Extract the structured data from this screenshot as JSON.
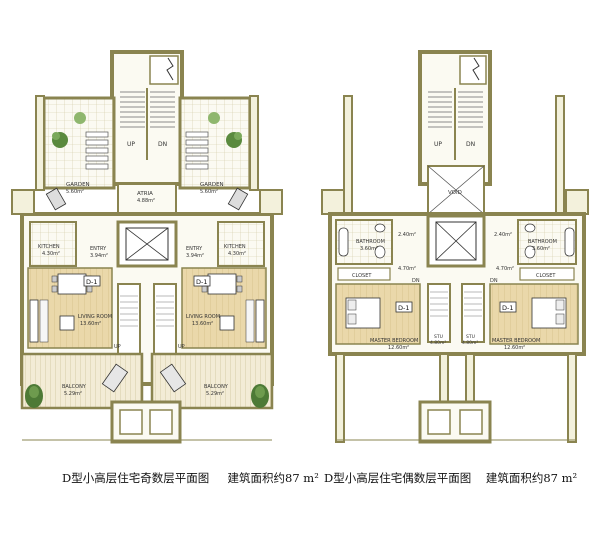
{
  "colors": {
    "wall": "#8a8450",
    "wall_fill": "#f3f1dc",
    "floor_wood": "#ead8aa",
    "tile_line": "#d2c9a4",
    "green": "#4d7a36",
    "dark": "#2c2c2c"
  },
  "plan_left": {
    "caption_title": "D型小高层住宅奇数层平面图",
    "caption_area": "建筑面积约87 m²",
    "labels": {
      "up": "UP",
      "dn": "DN",
      "atria": "ATRIA",
      "atria_area": "4.88m²",
      "garden_l": "GARDEN",
      "garden_l_area": "5.60m²",
      "garden_r": "GARDEN",
      "garden_r_area": "5.60m²",
      "kitchen_l": "KITCHEN",
      "kitchen_l_area": "4.30m²",
      "entry_l": "ENTRY",
      "entry_l_area": "3.94m²",
      "entry_r": "ENTRY",
      "entry_r_area": "3.94m²",
      "kitchen_r": "KITCHEN",
      "kitchen_r_area": "4.30m²",
      "unit_tag_l": "D-1",
      "unit_tag_r": "D-1",
      "living_l": "LIVING ROOM",
      "living_l_area": "13.60m²",
      "living_r": "LIVING ROOM",
      "living_r_area": "13.60m²",
      "stair_up_l": "UP",
      "stair_up_r": "UP",
      "balcony_l": "BALCONY",
      "balcony_l_area": "5.29m²",
      "balcony_r": "BALCONY",
      "balcony_r_area": "5.29m²"
    }
  },
  "plan_right": {
    "caption_title": "D型小高层住宅偶数层平面图",
    "caption_area": "建筑面积约87 m²",
    "labels": {
      "up": "UP",
      "dn": "DN",
      "void": "VOID",
      "bath_l": "BATHROOM",
      "bath_l_area": "3.60m²",
      "bath_r": "BATHROOM",
      "bath_r_area": "3.60m²",
      "closet_l": "CLOSET",
      "closet_r": "CLOSET",
      "dim_l": "4.70m²",
      "dim_r": "4.70m²",
      "dn_l": "DN",
      "dn_r": "DN",
      "unit_tag_l": "D-1",
      "unit_tag_r": "D-1",
      "master_l": "MASTER BEDROOM",
      "master_l_area": "12.60m²",
      "master_r": "MASTER BEDROOM",
      "master_r_area": "12.60m²",
      "study_l": "STU",
      "study_l_area": "4.80m²",
      "study_r": "STU",
      "study_r_area": "4.80m²",
      "hall_l_area": "2.40m²",
      "hall_r_area": "2.40m²"
    }
  }
}
